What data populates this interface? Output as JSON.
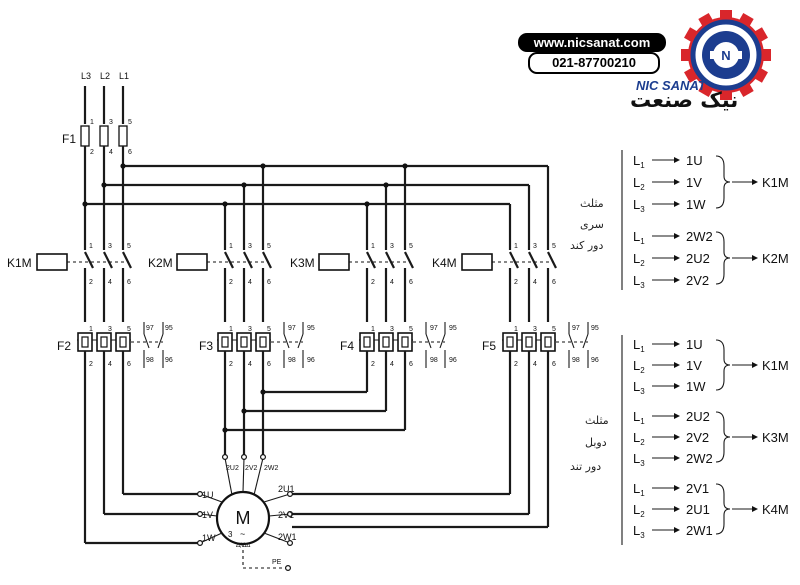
{
  "branding": {
    "website": "www.nicsanat.com",
    "phone": "021-87700210",
    "brand_en": "NIC SANAT",
    "brand_fa": "نیک صنعت",
    "gear_color": "#d9262b",
    "ring_color": "#1c3d8f"
  },
  "supply": {
    "phases": [
      "L3",
      "L2",
      "L1"
    ]
  },
  "fuse": {
    "label": "F1",
    "top_terminals": [
      "1",
      "3",
      "5"
    ],
    "bottom_terminals": [
      "2",
      "4",
      "6"
    ]
  },
  "contactors": [
    {
      "label": "K1M",
      "top": [
        "1",
        "3",
        "5"
      ],
      "bottom": [
        "2",
        "4",
        "6"
      ]
    },
    {
      "label": "K2M",
      "top": [
        "1",
        "3",
        "5"
      ],
      "bottom": [
        "2",
        "4",
        "6"
      ]
    },
    {
      "label": "K3M",
      "top": [
        "1",
        "3",
        "5"
      ],
      "bottom": [
        "2",
        "4",
        "6"
      ]
    },
    {
      "label": "K4M",
      "top": [
        "1",
        "3",
        "5"
      ],
      "bottom": [
        "2",
        "4",
        "6"
      ]
    }
  ],
  "overloads": [
    {
      "label": "F2",
      "top": [
        "1",
        "3",
        "5"
      ],
      "bottom": [
        "2",
        "4",
        "6"
      ],
      "aux_top": [
        "97",
        "95"
      ],
      "aux_bottom": [
        "98",
        "96"
      ]
    },
    {
      "label": "F3",
      "top": [
        "1",
        "3",
        "5"
      ],
      "bottom": [
        "2",
        "4",
        "6"
      ],
      "aux_top": [
        "97",
        "95"
      ],
      "aux_bottom": [
        "98",
        "96"
      ]
    },
    {
      "label": "F4",
      "top": [
        "1",
        "3",
        "5"
      ],
      "bottom": [
        "2",
        "4",
        "6"
      ],
      "aux_top": [
        "97",
        "95"
      ],
      "aux_bottom": [
        "98",
        "96"
      ]
    },
    {
      "label": "F5",
      "top": [
        "1",
        "3",
        "5"
      ],
      "bottom": [
        "2",
        "4",
        "6"
      ],
      "aux_top": [
        "97",
        "95"
      ],
      "aux_bottom": [
        "98",
        "96"
      ]
    }
  ],
  "motor": {
    "symbol": "M",
    "phase": "3",
    "winding": "Δ/ΔΔ",
    "left_terminals": [
      "1U",
      "1V",
      "1W"
    ],
    "right_terminals": [
      "2U1",
      "2V1",
      "2W1"
    ],
    "top_terminals": [
      "2U2",
      "2V2",
      "2W2"
    ],
    "earth": "PE"
  },
  "tables": {
    "series": {
      "caption": [
        "مثلث",
        "سری",
        "دور کند"
      ],
      "groups": [
        {
          "rows": [
            {
              "line": "L1",
              "terminal": "1U"
            },
            {
              "line": "L2",
              "terminal": "1V"
            },
            {
              "line": "L3",
              "terminal": "1W"
            }
          ],
          "contactor": "K1M"
        },
        {
          "rows": [
            {
              "line": "L1",
              "terminal": "2W2"
            },
            {
              "line": "L2",
              "terminal": "2U2"
            },
            {
              "line": "L3",
              "terminal": "2V2"
            }
          ],
          "contactor": "K2M"
        }
      ]
    },
    "double": {
      "caption": [
        "مثلث",
        "دوبل",
        "دور تند"
      ],
      "groups": [
        {
          "rows": [
            {
              "line": "L1",
              "terminal": "1U"
            },
            {
              "line": "L2",
              "terminal": "1V"
            },
            {
              "line": "L3",
              "terminal": "1W"
            }
          ],
          "contactor": "K1M"
        },
        {
          "rows": [
            {
              "line": "L1",
              "terminal": "2U2"
            },
            {
              "line": "L2",
              "terminal": "2V2"
            },
            {
              "line": "L3",
              "terminal": "2W2"
            }
          ],
          "contactor": "K3M"
        },
        {
          "rows": [
            {
              "line": "L1",
              "terminal": "2V1"
            },
            {
              "line": "L2",
              "terminal": "2U1"
            },
            {
              "line": "L3",
              "terminal": "2W1"
            }
          ],
          "contactor": "K4M"
        }
      ]
    }
  }
}
